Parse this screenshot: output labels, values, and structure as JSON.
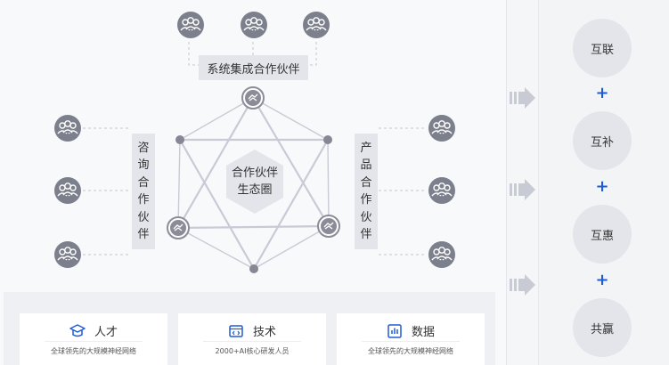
{
  "labels": {
    "top": "系统集成合作伙伴",
    "left": [
      "咨",
      "询",
      "合",
      "作",
      "伙",
      "伴"
    ],
    "right": [
      "产",
      "品",
      "合",
      "作",
      "伙",
      "伴"
    ]
  },
  "center": {
    "line1": "合作伙伴",
    "line2": "生态圈"
  },
  "cards": [
    {
      "title": "人才",
      "subtitle": "全球领先的大规模神经网络",
      "icon": "graduation-cap-icon"
    },
    {
      "title": "技术",
      "subtitle": "2000+AI核心研发人员",
      "icon": "code-window-icon"
    },
    {
      "title": "数据",
      "subtitle": "全球领先的大规模神经网络",
      "icon": "bar-chart-icon"
    }
  ],
  "benefits": [
    "互联",
    "互补",
    "互惠",
    "共赢"
  ],
  "plus_sign": "+",
  "colors": {
    "icon_circle": "#7c7f8c",
    "node": "#858894",
    "label_bg": "#e4e5ea",
    "accent": "#1f5bd6",
    "line": "#c9cad6"
  }
}
